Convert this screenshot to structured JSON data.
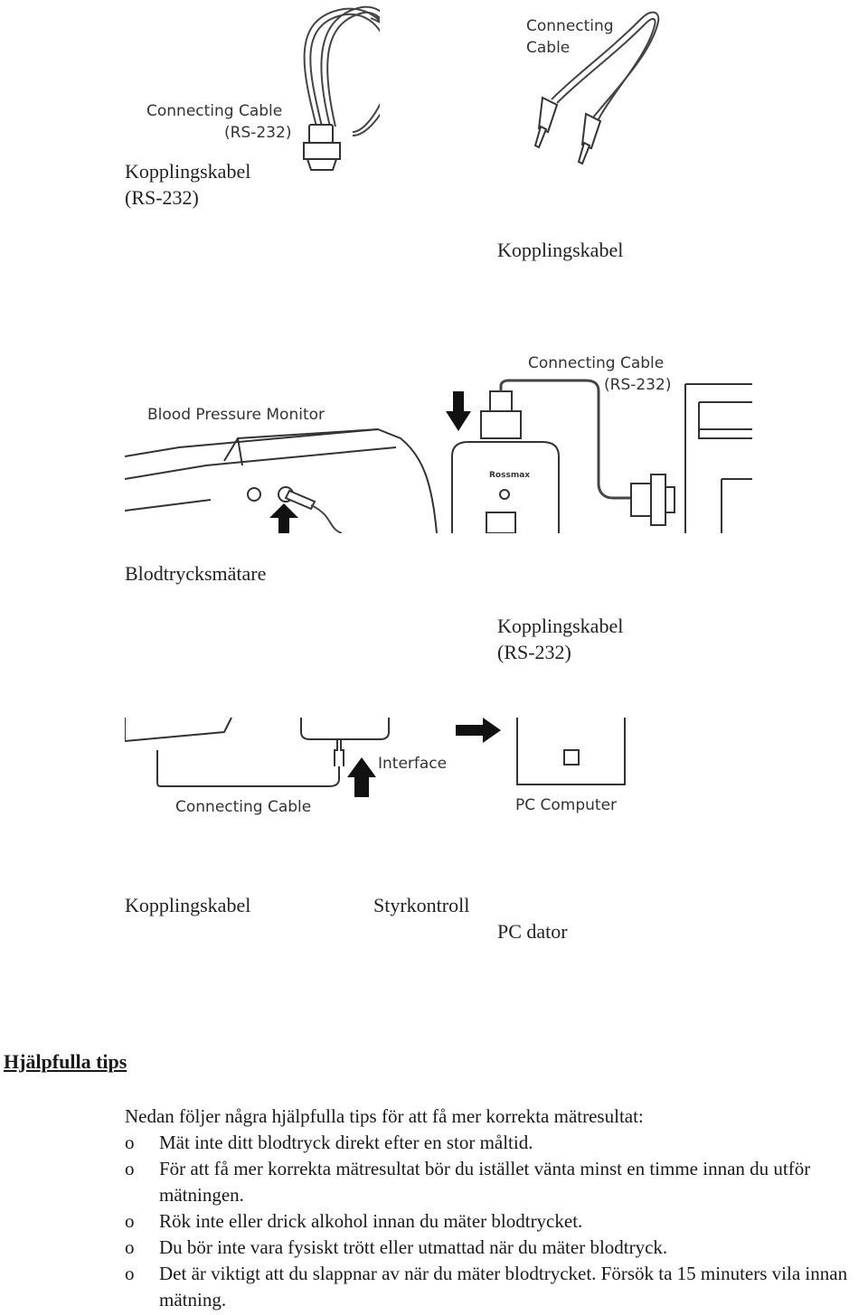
{
  "figures": {
    "top_left_label": "Connecting Cable\n(RS-232)",
    "top_right_label": "Connecting\nCable",
    "middle_monitor_label": "Blood Pressure Monitor",
    "middle_cable_label": "Connecting Cable\n(RS-232)",
    "middle_device_brand": "Rossmax",
    "bottom_interface_label": "Interface",
    "bottom_cable_label": "Connecting Cable",
    "bottom_pc_label": "PC Computer"
  },
  "captions": {
    "c1": "Kopplingskabel\n(RS-232)",
    "c2": "Kopplingskabel",
    "c3": "Blodtrycksmätare",
    "c4": "Kopplingskabel\n(RS-232)",
    "c5": "Kopplingskabel",
    "c6": "Styrkontroll",
    "c7": "PC dator"
  },
  "tips": {
    "heading": "Hjälpfulla tips",
    "intro": "Nedan följer några hjälpfulla tips för att få mer korrekta mätresultat:",
    "bullet": "o",
    "items": [
      "Mät inte ditt blodtryck direkt efter en stor måltid.",
      "För att få mer korrekta mätresultat bör du istället vänta minst en timme innan du utför mätningen.",
      "Rök inte eller drick alkohol innan du mäter blodtrycket.",
      "Du bör inte vara fysiskt trött eller utmattad när du mäter blodtryck.",
      "Det är viktigt att du slappnar av när du mäter blodtrycket. Försök ta 15 minuters vila innan mätning."
    ]
  }
}
